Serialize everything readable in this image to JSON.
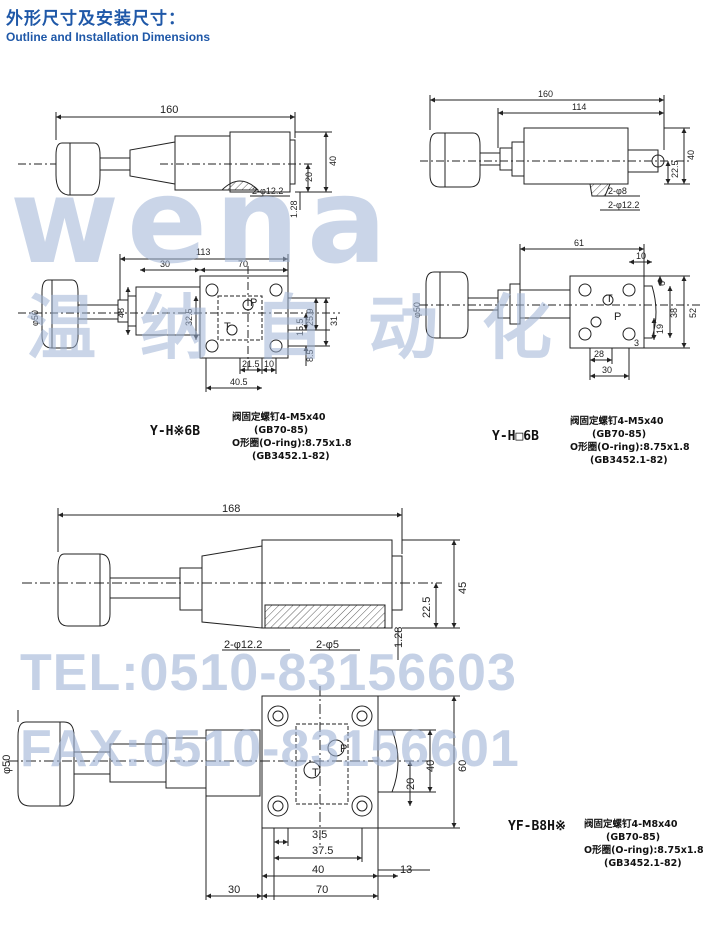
{
  "header": {
    "title_cn": "外形尺寸及安装尺寸：",
    "title_en": "Outline and  Installation Dimensions"
  },
  "watermark": {
    "logo": "wena",
    "company_cn": "温纳自动化",
    "tel": "TEL:0510-83156603",
    "fax": "FAX:0510-83156601"
  },
  "models": [
    {
      "label": "Y-H※6B",
      "notes": [
        "阀固定螺钉4-M5x40",
        "(GB70-85)",
        "O形圈(O-ring):8.75x1.8",
        "(GB3452.1-82)"
      ],
      "dims": [
        "160",
        "40",
        "20",
        "2-φ12.2",
        "1.28",
        "113",
        "30",
        "70",
        "φ50",
        "48",
        "32.5",
        "P",
        "T",
        "15.5",
        "25.9",
        "31",
        "8.5",
        "21.5",
        "10",
        "40.5"
      ]
    },
    {
      "label": "Y-H□6B",
      "notes": [
        "阀固定螺钉4-M5x40",
        "(GB70-85)",
        "O形圈(O-ring):8.75x1.8",
        "(GB3452.1-82)"
      ],
      "dims": [
        "160",
        "114",
        "40",
        "22.5",
        "2-φ8",
        "2-φ12.2",
        "61",
        "10",
        "φ50",
        "T",
        "P",
        "6",
        "38",
        "52",
        "19",
        "3",
        "28",
        "30"
      ]
    },
    {
      "label": "YF-B8H※",
      "notes": [
        "阀固定螺钉4-M8x40",
        "(GB70-85)",
        "O形圈(O-ring):8.75x1.8",
        "(GB3452.1-82)"
      ],
      "dims": [
        "168",
        "45",
        "22.5",
        "2-φ12.2",
        "2-φ5",
        "1.28",
        "φ50",
        "P",
        "T",
        "40",
        "60",
        "20",
        "3.5",
        "37.5",
        "40",
        "13",
        "30",
        "70"
      ]
    }
  ]
}
